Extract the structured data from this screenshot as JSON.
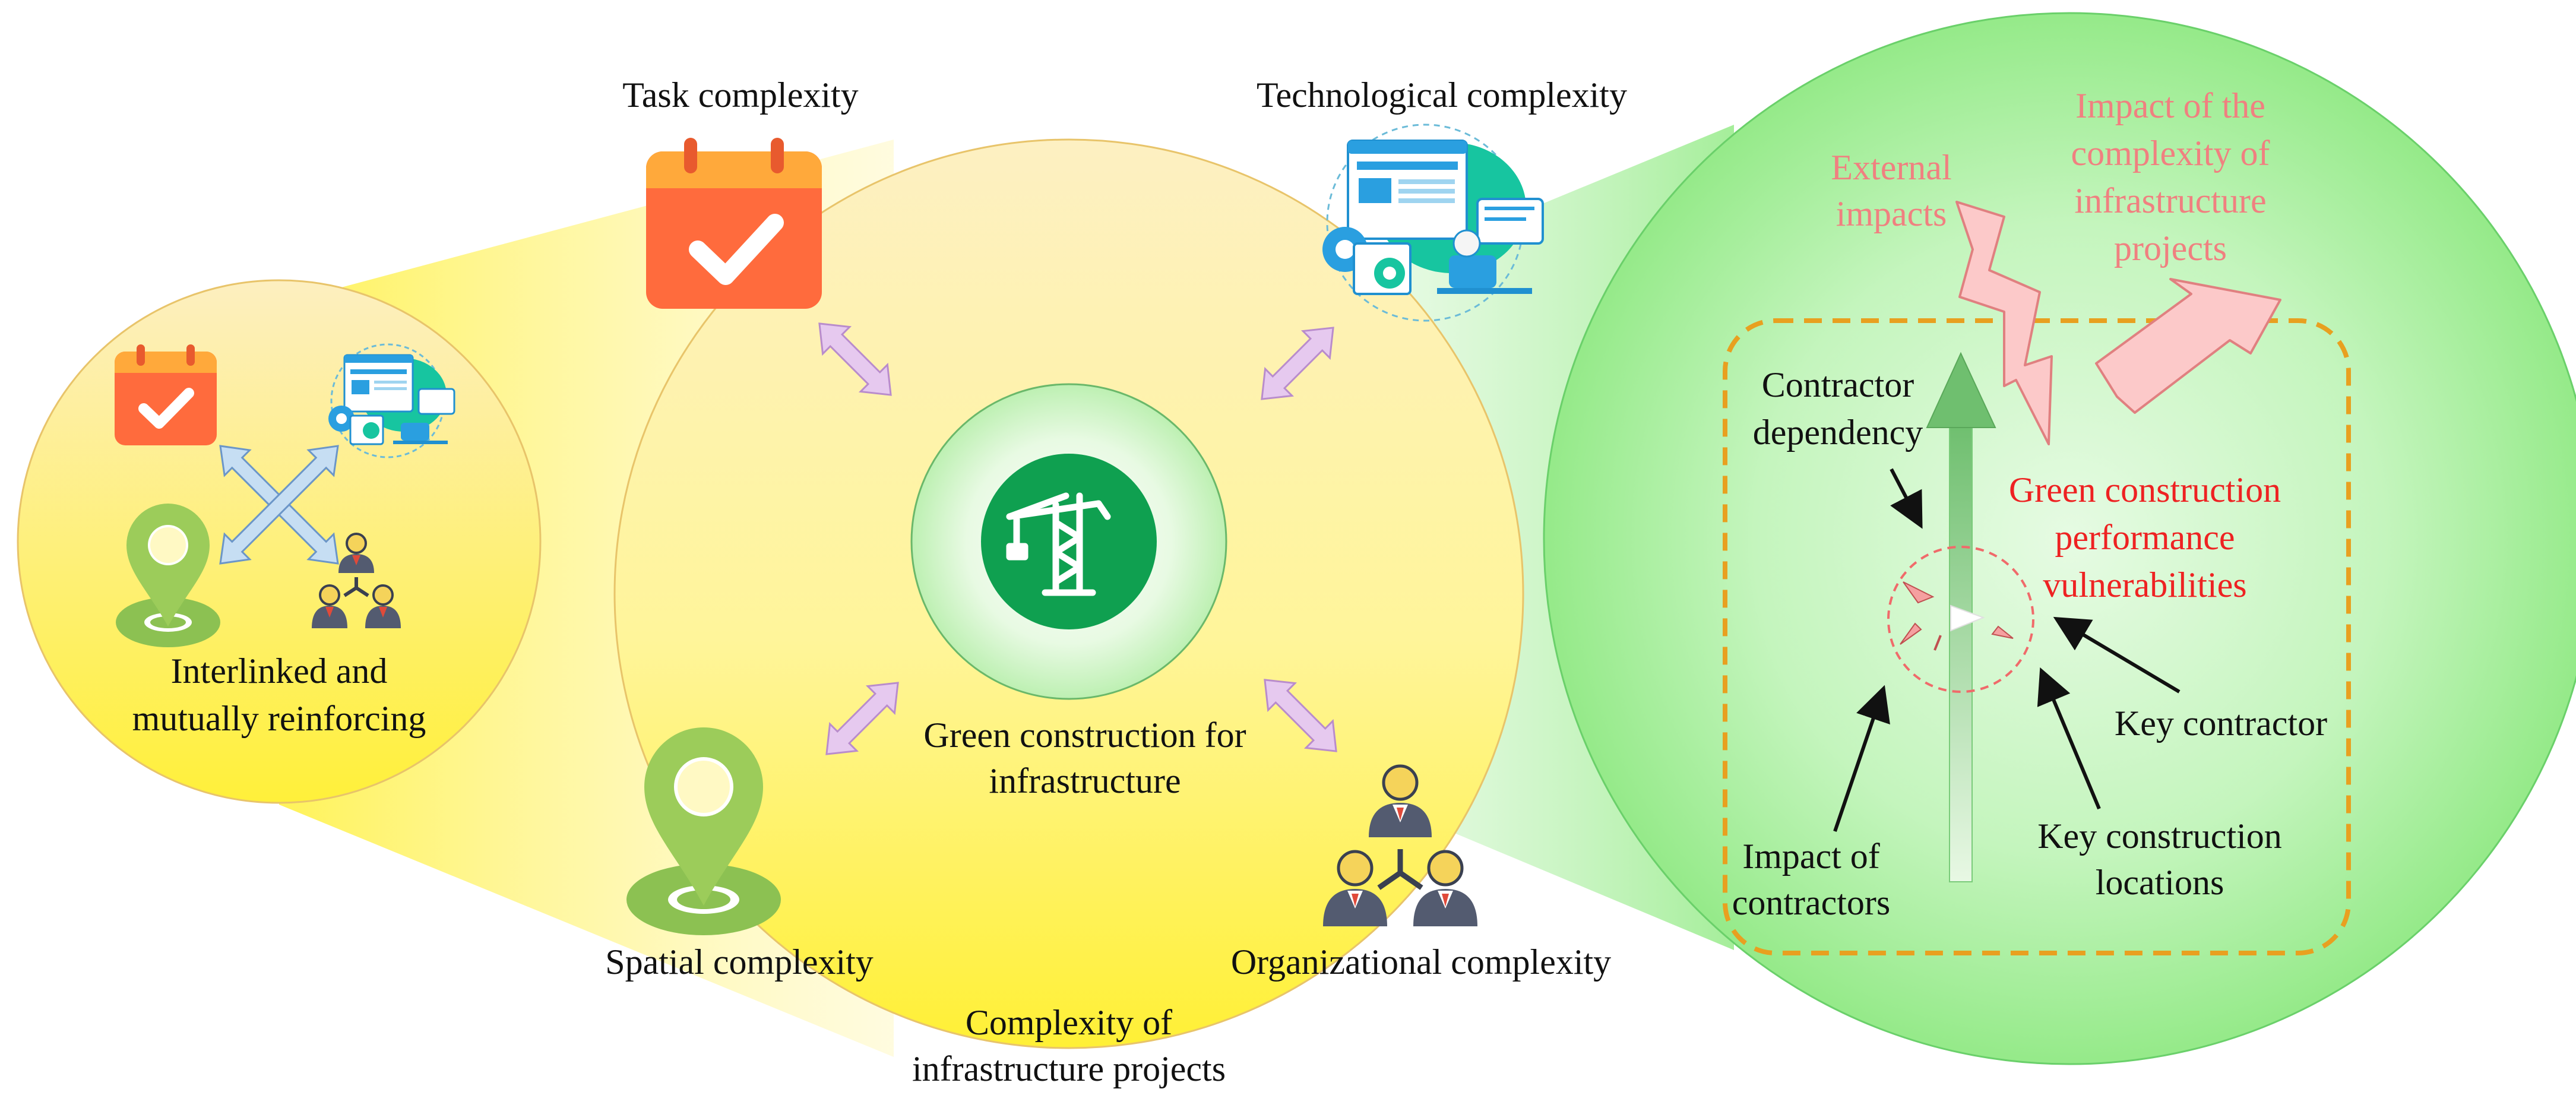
{
  "labels": {
    "task": "Task complexity",
    "technological": "Technological complexity",
    "spatial": "Spatial complexity",
    "organizational": "Organizational complexity",
    "center_line1": "Green construction for",
    "center_line2": "infrastructure",
    "complexity_line1": "Complexity of",
    "complexity_line2": "infrastructure projects",
    "left_line1": "Interlinked and",
    "left_line2": "mutually reinforcing",
    "external_line1": "External",
    "external_line2": "impacts",
    "impact_line1": "Impact of the",
    "impact_line2": "complexity of",
    "impact_line3": "infrastructure",
    "impact_line4": "projects",
    "contractor_dep_line1": "Contractor",
    "contractor_dep_line2": "dependency",
    "vuln_line1": "Green construction",
    "vuln_line2": "performance",
    "vuln_line3": "vulnerabilities",
    "key_contractor": "Key contractor",
    "impact_contractors_line1": "Impact of",
    "impact_contractors_line2": "contractors",
    "key_locations_line1": "Key construction",
    "key_locations_line2": "locations"
  },
  "icons": [
    "calendar-check-icon",
    "web-development-icon",
    "location-pin-icon",
    "organization-people-icon",
    "crane-icon"
  ],
  "colors": {
    "yellow": "#fff36a",
    "green": "#a8f0a0",
    "icon_orange": "#ff6b3d",
    "pin_green": "#8cc152",
    "crane_bg": "#0fa050",
    "arrow_purple": "#e6c9ef",
    "arrow_blue": "#c6def3",
    "dash_orange": "#e8a020",
    "pink_text": "#f08080",
    "red_text": "#ee2222"
  }
}
